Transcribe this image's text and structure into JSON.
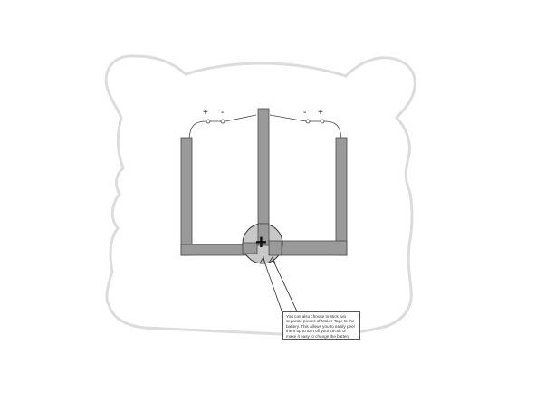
{
  "labels": {
    "left_plus": "+",
    "left_minus": "-",
    "right_minus": "-",
    "right_plus": "+",
    "battery_plus": "+"
  },
  "note": {
    "lines": [
      "You can also choose to stick two",
      "separate pieces of Maker Tape to the",
      "battery. This allows you to easily peel",
      "them up to turn off your circuit or",
      "make it easy to change the battery"
    ]
  },
  "colors": {
    "outline": "#dcdcdc",
    "tape_fill": "#9a9a9a",
    "tape_stroke": "#4a4a4a",
    "battery_fill": "#c8c8c8"
  }
}
